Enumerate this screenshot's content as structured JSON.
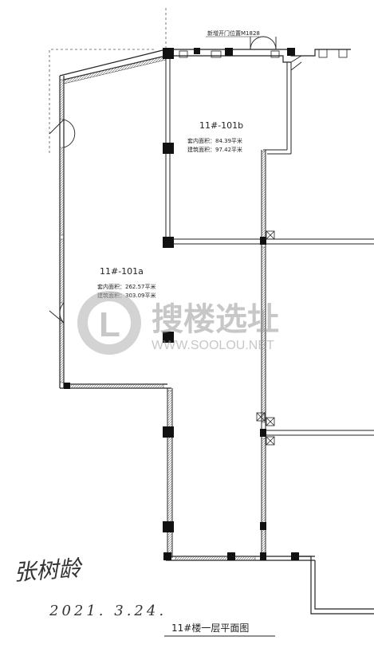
{
  "door_note": "新增开门位置M1828",
  "units": [
    {
      "name": "11#-101b",
      "inner_area": "套内面积：84.39平米",
      "building_area": "建筑面积：97.42平米"
    },
    {
      "name": "11#-101a",
      "inner_area": "套内面积：262.57平米",
      "building_area": "建筑面积：303.09平米"
    }
  ],
  "watermark": {
    "brand": "搜楼选址",
    "url": "WWW.SOOLOU.NET",
    "logo_letter": "L"
  },
  "signature": "张树龄",
  "date": "2021. 3.24.",
  "drawing_title": "11#楼一层平面图",
  "colors": {
    "ink": "#222222",
    "hatch": "#555555",
    "watermark": "#9a9a9a"
  }
}
